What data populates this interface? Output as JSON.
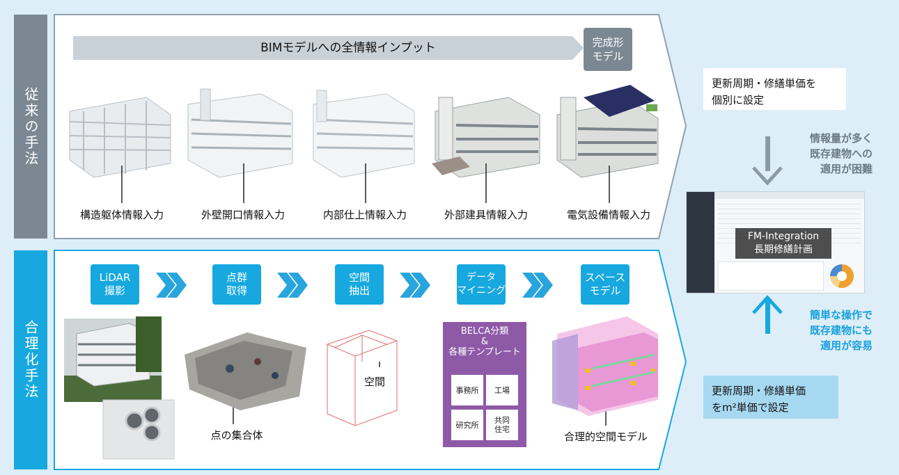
{
  "colors": {
    "background": "#ddeef8",
    "conventional": "#7b8894",
    "rational": "#17a8df",
    "accent_blue": "#1aa0dc",
    "belca_purple": "#8e5aa8"
  },
  "conventional": {
    "side_label": "従来の手法",
    "banner": "BIMモデルへの全情報インプット",
    "final_box": "完成形\nモデル",
    "steps": [
      "構造躯体情報入力",
      "外壁開口情報入力",
      "内部仕上情報入力",
      "外部建具情報入力",
      "電気設備情報入力"
    ]
  },
  "rational": {
    "side_label": "合理化手法",
    "steps": [
      "LiDAR\n撮影",
      "点群\n取得",
      "空間\n抽出",
      "データ\nマイニング",
      "スペース\nモデル"
    ],
    "captions": {
      "points": "点の集合体",
      "space": "空間",
      "model": "合理的空間モデル"
    },
    "belca": {
      "title": "BELCA分類\n&\n各種テンプレート",
      "cells": [
        "事務所",
        "工場",
        "研究所",
        "共同\n住宅"
      ]
    }
  },
  "right": {
    "top_note": "更新周期・修繕単価を\n個別に設定",
    "gray_text": "情報量が多く\n既存建物への\n適用が困難",
    "app_label": "FM-Integration\n長期修繕計画",
    "blue_text": "簡単な操作で\n既存建物にも\n適用が容易",
    "bottom_note": "更新周期・修繕単価\nをm²単価で設定"
  }
}
